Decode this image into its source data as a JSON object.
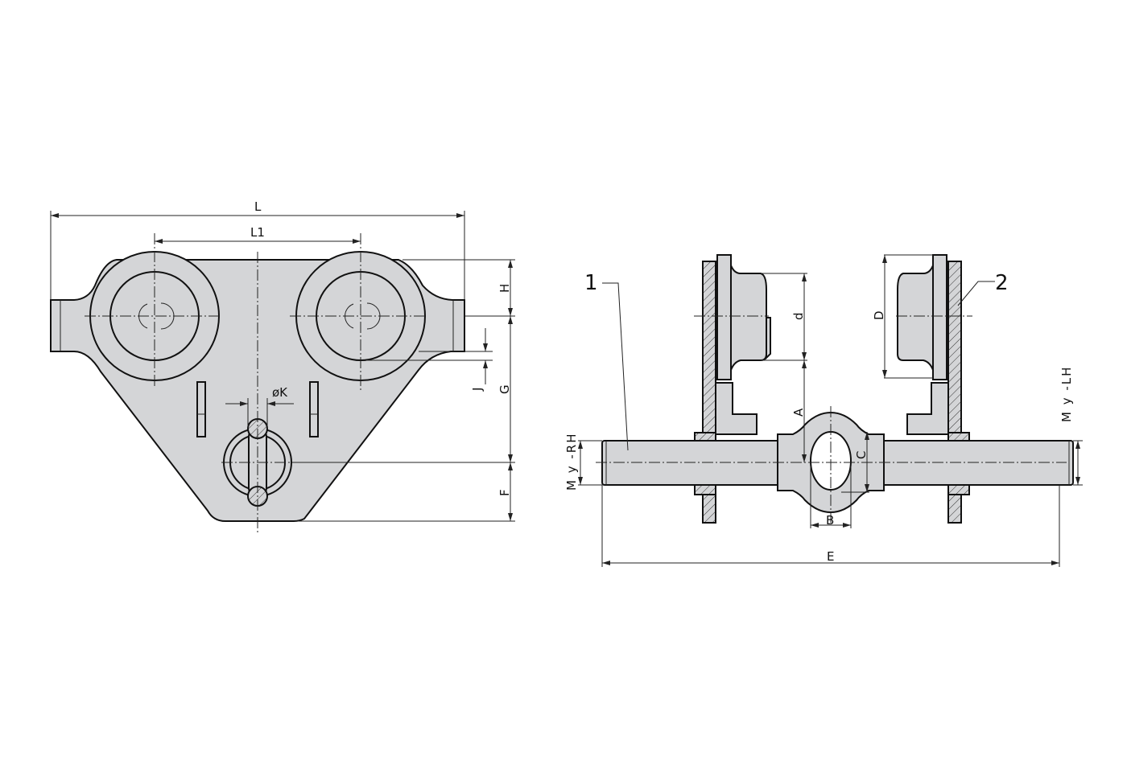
{
  "drawing": {
    "side_view": {
      "dimensions": {
        "overall_length": "L",
        "wheel_spacing": "L1",
        "height_h": "H",
        "height_g": "G",
        "offset_j": "J",
        "height_f": "F",
        "pin_diameter": "øK"
      }
    },
    "front_view": {
      "dimensions": {
        "track_a": "A",
        "wheel_d": "d",
        "flange_d": "D",
        "hole_b": "B",
        "hole_c": "C",
        "axle_e": "E",
        "thread_rh": "M y -RH",
        "thread_lh": "M y -LH"
      },
      "callouts": [
        "1",
        "2"
      ]
    },
    "colors": {
      "part_fill": "#d4d5d7",
      "line": "#111111"
    }
  }
}
